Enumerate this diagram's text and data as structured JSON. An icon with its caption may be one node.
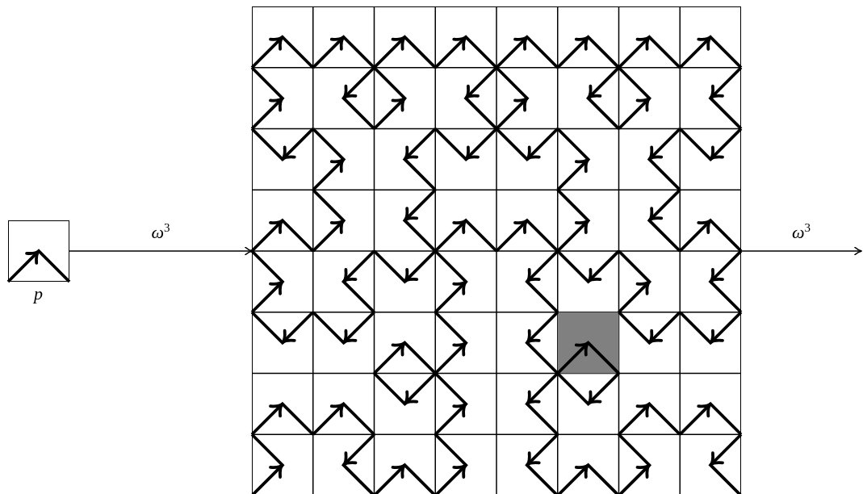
{
  "diagram": {
    "nodes": [
      {
        "text": [],
        "shape": "box",
        "beside": [
          "p"
        ]
      },
      {
        "text": [],
        "shape": "picture"
      }
    ],
    "edges": [
      {
        "from": 0,
        "to": 1,
        "arrow": "to",
        "label": "ω$^{3}$"
      },
      {
        "from": 1,
        "to": null,
        "arrow": "to",
        "label": "ω$^{3}$"
      }
    ]
  }
}
